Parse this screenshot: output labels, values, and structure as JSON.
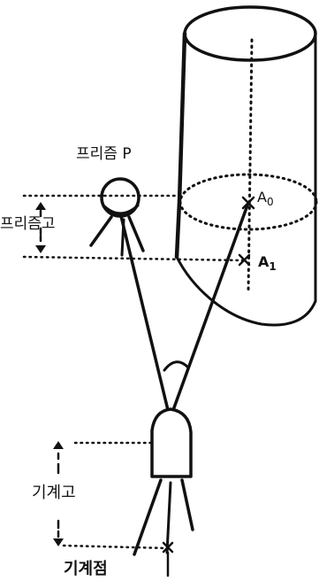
{
  "labels": {
    "prism": "프리즘 P",
    "prism_height": "프리즘고",
    "point_a0_letter": "A",
    "point_a0_sub": "0",
    "point_a1_letter": "A",
    "point_a1_sub": "1",
    "instrument_height": "기계고",
    "instrument_point": "기계점"
  },
  "colors": {
    "ink": "#111111",
    "background": "#ffffff"
  }
}
